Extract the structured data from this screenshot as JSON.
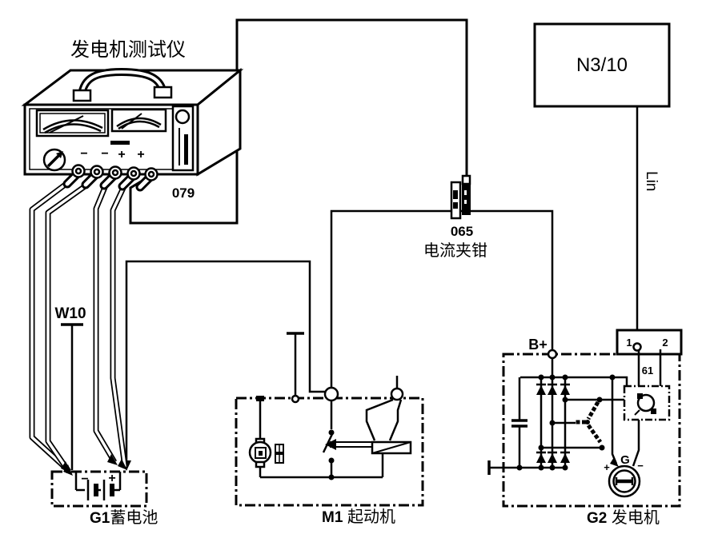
{
  "page": {
    "background": "#ffffff",
    "line_color": "#000000"
  },
  "tester": {
    "label": "发电机测试仪",
    "code": "079",
    "marks": [
      "−",
      "−",
      "+",
      "+"
    ]
  },
  "ground_wire": {
    "label": "W10"
  },
  "battery": {
    "id": "G1",
    "name": "蓄电池",
    "minus": "−",
    "plus": "+"
  },
  "starter": {
    "id": "M1",
    "name": "起动机"
  },
  "clamp": {
    "code": "065",
    "name": "电流夹钳"
  },
  "control_unit": {
    "label": "N3/10",
    "wire_label": "Lin"
  },
  "generator": {
    "id": "G2",
    "name": "发电机",
    "terminal": "B+",
    "pin1": "1",
    "pin2": "2",
    "pin61": "61",
    "rotor": "G",
    "rotor_plus": "+",
    "rotor_minus": "−"
  }
}
